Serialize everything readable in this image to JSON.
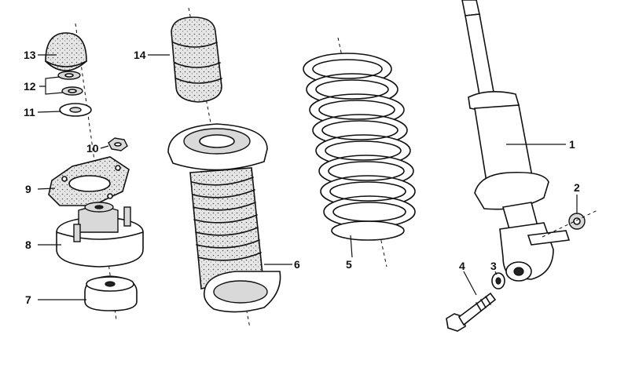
{
  "callouts": [
    {
      "id": "c1",
      "number": "1"
    },
    {
      "id": "c2",
      "number": "2"
    },
    {
      "id": "c3",
      "number": "3"
    },
    {
      "id": "c4",
      "number": "4"
    },
    {
      "id": "c5",
      "number": "5"
    },
    {
      "id": "c6",
      "number": "6"
    },
    {
      "id": "c7",
      "number": "7"
    },
    {
      "id": "c8",
      "number": "8"
    },
    {
      "id": "c9",
      "number": "9"
    },
    {
      "id": "c10",
      "number": "10"
    },
    {
      "id": "c11",
      "number": "11"
    },
    {
      "id": "c12",
      "number": "12"
    },
    {
      "id": "c13",
      "number": "13"
    },
    {
      "id": "c14",
      "number": "14"
    }
  ],
  "colors": {
    "ink": "#111111",
    "paper": "#ffffff",
    "texture": "#d9d9d9"
  }
}
